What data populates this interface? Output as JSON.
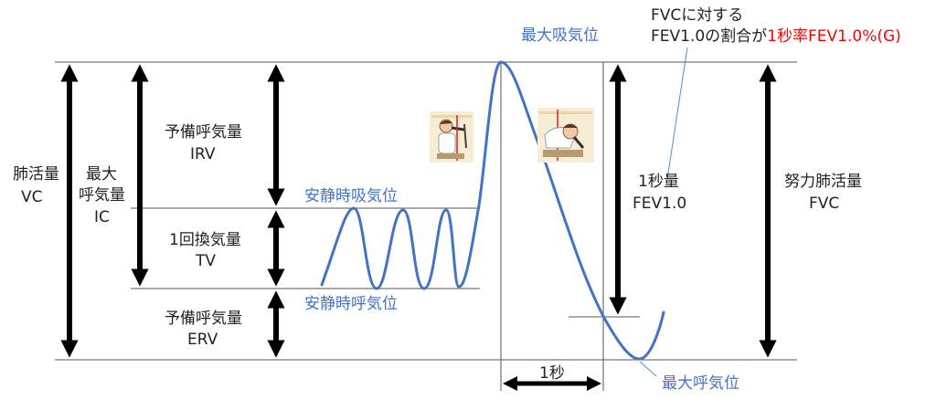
{
  "diagram": {
    "colors": {
      "curve": "#4472c4",
      "arrow": "#000000",
      "guide": "#555555",
      "text": "#222222",
      "blue_text": "#4472c4",
      "highlight": "#ff0000"
    },
    "labels": {
      "vc_line1": "肺活量",
      "vc_line2": "VC",
      "ic_line1": "最大",
      "ic_line2": "呼気量",
      "ic_line3": "IC",
      "irv_line1": "予備呼気量",
      "irv_line2": "IRV",
      "tv_line1": "1回換気量",
      "tv_line2": "TV",
      "erv_line1": "予備呼気量",
      "erv_line2": "ERV",
      "resting_insp": "安静時吸気位",
      "resting_exp": "安静時呼気位",
      "max_insp": "最大吸気位",
      "max_exp": "最大呼気位",
      "fev_line1": "1秒量",
      "fev_line2": "FEV1.0",
      "fvc_line1": "努力肺活量",
      "fvc_line2": "FVC",
      "one_second": "1秒",
      "note_line1": "FVCに対する",
      "note_line2_prefix": "FEV1.0の割合が",
      "note_line2_highlight": "1秒率FEV1.0%(G)"
    },
    "illustrations": [
      {
        "name": "inhaling-person-illustration"
      },
      {
        "name": "exhaling-person-illustration"
      }
    ]
  }
}
